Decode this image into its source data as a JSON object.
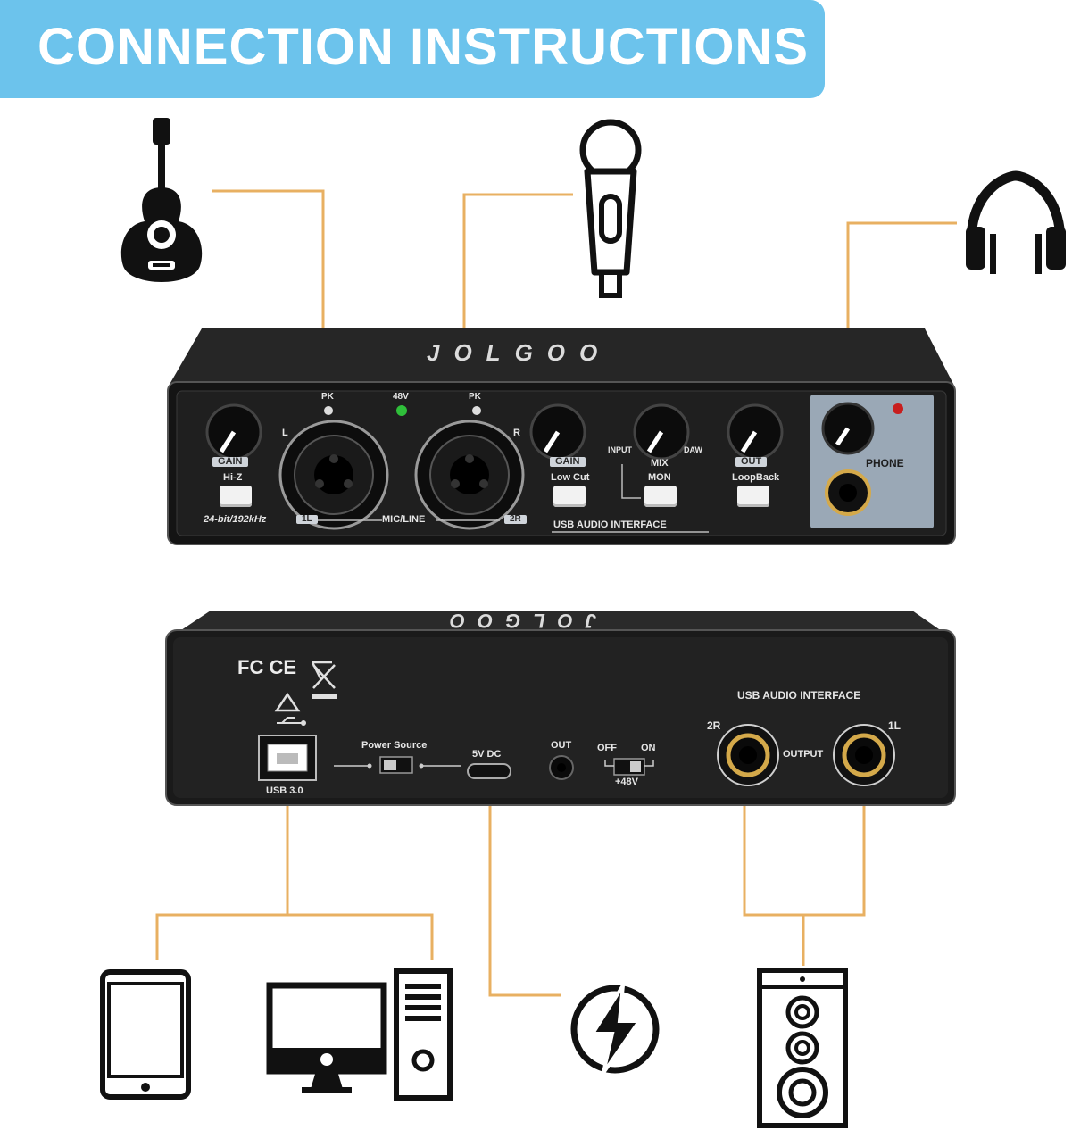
{
  "banner": {
    "title": "CONNECTION INSTRUCTIONS"
  },
  "colors": {
    "banner": "#6cc3ec",
    "connector": "#e8b062",
    "device_body": "#1c1c1c",
    "phone_panel": "#9aa8b6"
  },
  "front_panel": {
    "brand": "JOLGOO",
    "gain_1": "GAIN",
    "hi_z": "Hi-Z",
    "pk_1": "PK",
    "p48v": "48V",
    "pk_2": "PK",
    "label_l": "L",
    "label_r": "R",
    "spec": "24-bit/192kHz",
    "ch1": "1L",
    "ch2": "2R",
    "mic_line": "MIC/LINE",
    "gain_2": "GAIN",
    "low_cut": "Low Cut",
    "input": "INPUT",
    "mix": "MIX",
    "daw": "DAW",
    "mon": "MON",
    "out": "OUT",
    "loopback": "LoopBack",
    "usb_audio_interface": "USB AUDIO INTERFACE",
    "phone": "PHONE"
  },
  "rear_panel": {
    "brand": "JOLGOO",
    "certs": "FC CE",
    "usb_audio_interface": "USB AUDIO INTERFACE",
    "usb_port": "USB 3.0",
    "power_source": "Power Source",
    "dc": "5V DC",
    "out": "OUT",
    "off": "OFF",
    "on": "ON",
    "p48v": "+48V",
    "out_2r": "2R",
    "out_1l": "1L",
    "output": "OUTPUT"
  },
  "icons": [
    "guitar-icon",
    "microphone-icon",
    "headphones-icon",
    "tablet-icon",
    "desktop-computer-icon",
    "power-bolt-icon",
    "speaker-icon"
  ]
}
